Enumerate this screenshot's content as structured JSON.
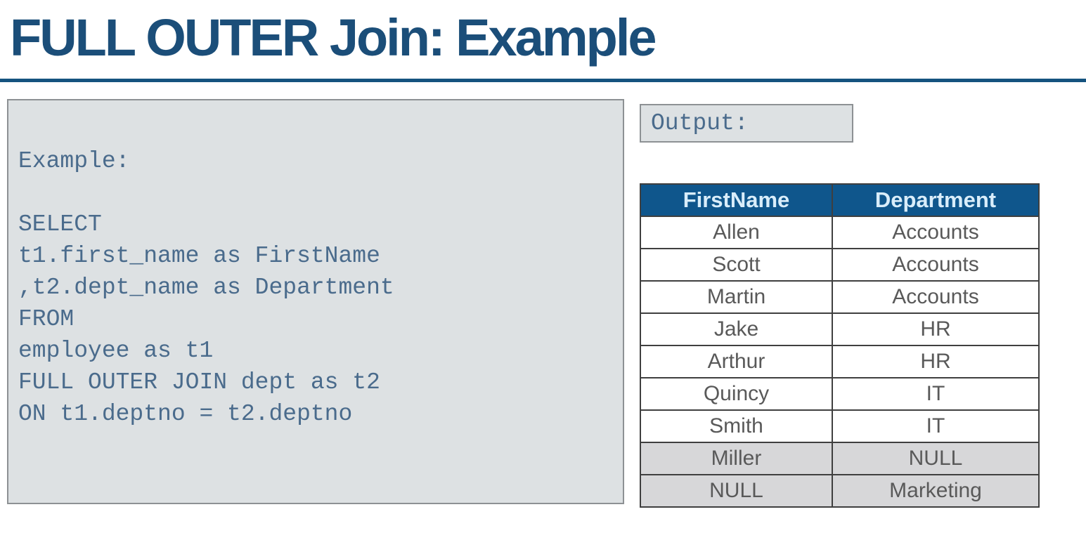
{
  "title": "FULL OUTER Join: Example",
  "code_panel": {
    "lines": [
      "Example:",
      "",
      "SELECT",
      "t1.first_name as FirstName",
      ",t2.dept_name as Department",
      "FROM",
      "employee as t1",
      "FULL OUTER JOIN dept as t2",
      "ON t1.deptno = t2.deptno"
    ]
  },
  "output_label": "Output:",
  "result_table": {
    "columns": [
      "FirstName",
      "Department"
    ],
    "rows": [
      {
        "cells": [
          "Allen",
          "Accounts"
        ],
        "highlight": false
      },
      {
        "cells": [
          "Scott",
          "Accounts"
        ],
        "highlight": false
      },
      {
        "cells": [
          "Martin",
          "Accounts"
        ],
        "highlight": false
      },
      {
        "cells": [
          "Jake",
          "HR"
        ],
        "highlight": false
      },
      {
        "cells": [
          "Arthur",
          "HR"
        ],
        "highlight": false
      },
      {
        "cells": [
          "Quincy",
          "IT"
        ],
        "highlight": false
      },
      {
        "cells": [
          "Smith",
          "IT"
        ],
        "highlight": false
      },
      {
        "cells": [
          "Miller",
          "NULL"
        ],
        "highlight": true
      },
      {
        "cells": [
          "NULL",
          "Marketing"
        ],
        "highlight": true
      }
    ]
  },
  "colors": {
    "title_blue": "#1B4E79",
    "rule_blue": "#15537F",
    "panel_bg": "#DDE1E3",
    "panel_border": "#8D9194",
    "code_text": "#4A6B8C",
    "table_header_bg": "#0F568C",
    "table_header_text": "#D9EDFA",
    "table_cell_text": "#595959",
    "table_border": "#3F3F3F",
    "null_row_bg": "#D7D7D9"
  }
}
